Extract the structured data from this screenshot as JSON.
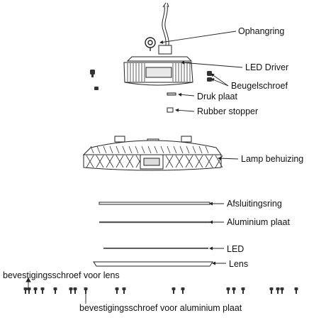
{
  "labels": {
    "ophangring": "Ophangring",
    "led_driver": "LED Driver",
    "beugelschroef": "Beugelschroef",
    "druk_plaat": "Druk plaat",
    "rubber_stopper": "Rubber stopper",
    "lamp_behuizing": "Lamp behuizing",
    "afsluitingsring": "Afsluitingsring",
    "aluminium_plaat": "Aluminium plaat",
    "led": "LED",
    "lens": "Lens",
    "bevestigingsschroef_lens": "bevestigingsschroef voor lens",
    "bevestigingsschroef_aluminium": "bevestigingsschroef voor aluminium plaat"
  },
  "colors": {
    "line": "#1a1a1a",
    "part_fill": "#ffffff",
    "shade": "#bdbdbd",
    "text": "#111111"
  }
}
